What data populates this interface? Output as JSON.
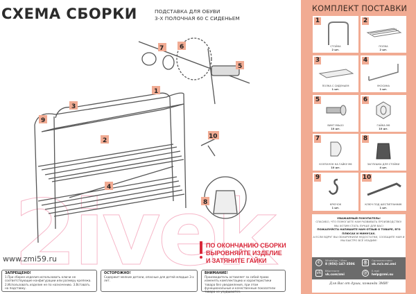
{
  "header": {
    "title": "СХЕМА СБОРКИ",
    "subtitle_line1": "ПОДСТАВКА ДЛЯ ОБУВИ",
    "subtitle_line2": "3-Х ПОЛОЧНАЯ 60 С СИДЕНЬЕМ"
  },
  "diagram": {
    "callouts": [
      "1",
      "2",
      "3",
      "4",
      "5",
      "6",
      "7",
      "8",
      "9",
      "10"
    ]
  },
  "website": "www.zmi59.ru",
  "notice": {
    "line1": "ПО ОКОНЧАНИЮ СБОРКИ",
    "line2": "ВЫРОВНЯЙТЕ ИЗДЕЛИЕ",
    "line3": "И ЗАТЯНИТЕ ГАЙКИ"
  },
  "warnings": [
    {
      "title": "ЗАПРЕЩЕНО!",
      "text": "1.При сборке изделия использовать ключи не соответствующие конфигурации или размеру крепежа. 2.Использовать изделие не по назначению. 3.Вставать на подставку."
    },
    {
      "title": "ОСТОРОЖНО!",
      "text": "Содержит мелкие детали, опасные для детей младше 3-х лет."
    },
    {
      "title": "ВНИМАНИЕ!",
      "text": "Производитель оставляет за собой право изменять комплектацию и характеристики товара без уведомления, при этом функциональные и качественные показатели товара не ухудшаются."
    }
  ],
  "kit": {
    "title": "КОМПЛЕКТ ПОСТАВКИ",
    "items": [
      {
        "num": "1",
        "name": "СТОЙКА",
        "qty": "2 шт."
      },
      {
        "num": "2",
        "name": "ПОЛКА",
        "qty": "2 шт."
      },
      {
        "num": "3",
        "name": "ПОЛКА С СИДЕНЬЕМ",
        "qty": "1 шт."
      },
      {
        "num": "4",
        "name": "УКОСИНА",
        "qty": "1 шт."
      },
      {
        "num": "5",
        "name": "ВИНТ М6х20",
        "qty": "10 шт."
      },
      {
        "num": "6",
        "name": "ГАЙКА М6",
        "qty": "10 шт."
      },
      {
        "num": "7",
        "name": "КОЛПАЧОК НА ГАЙКУ М6",
        "qty": "10 шт."
      },
      {
        "num": "8",
        "name": "ЗАГЛУШКА ДЛЯ СТОЙКИ",
        "qty": "4 шт."
      },
      {
        "num": "9",
        "name": "КРЮЧОК",
        "qty": "1 шт."
      },
      {
        "num": "10",
        "name": "КЛЮЧ ПОД ШЕСТИГРАННИК",
        "qty": "1 шт."
      }
    ]
  },
  "info": {
    "heading": "УВАЖАЕМЫЙ ПОКУПАТЕЛЬ!",
    "l1": "СПАСИБО, ЧТО ПОМОГАЕТЕ НАМ РАЗВИВАТЬ ПРОИЗВОДСТВО!",
    "l2": "МЫ ХОТИМ СТАТЬ ЛУЧШЕ ДЛЯ ВАС!",
    "h2": "ПОЖАЛУЙСТА НАПИШИТЕ НАМ ОТЗЫВ О ТОВАРЕ, ЕГО ПЛЮСАХ И МИНУСАХ.",
    "l3": "А ЕСЛИ ВДРУГ ВЫ ОБНАРУЖИЛИ НЕДОСТАТКИ, СООБЩИТЕ НАМ И МЫ БЫСТРО ВСЁ УЛАДИМ!",
    "contacts": [
      {
        "label": "WhatsApp / Viber",
        "value": "8 (956)-147-3506",
        "icon": "phone-icon"
      },
      {
        "label": "Одноклассники",
        "value": "ok.ru/z.mi.zmi",
        "icon": "ok-icon"
      },
      {
        "label": "ВКонтакте",
        "value": "vk.com/zmi",
        "icon": "vk-icon"
      },
      {
        "label": "E-mail",
        "value": "help@zmi.su",
        "icon": "mail-icon"
      }
    ],
    "signature": "Для Вас от души, команда ЗМИ!"
  },
  "colors": {
    "accent": "#f1ab93",
    "warning": "#d9283a",
    "contacts_bg": "#6b6b6b"
  }
}
